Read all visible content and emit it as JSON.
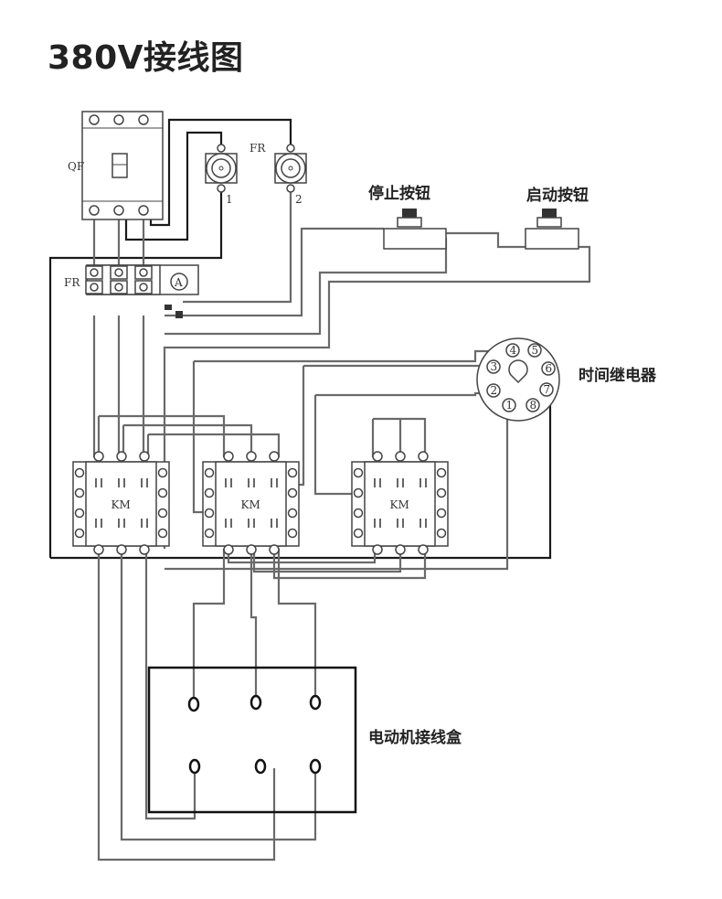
{
  "title": "380V接线图",
  "labels": {
    "qf": "QF",
    "fr_top": "FR",
    "fr_block": "FR",
    "coil_1": "1",
    "coil_2": "2",
    "ammeter": "A",
    "stop_button": "停止按钮",
    "start_button": "启动按钮",
    "time_relay": "时间继电器",
    "motor_box": "电动机接线盒"
  },
  "contactors": [
    {
      "label": "KM"
    },
    {
      "label": "KM"
    },
    {
      "label": "KM"
    }
  ],
  "time_relay_pins": [
    "1",
    "2",
    "3",
    "4",
    "5",
    "6",
    "7",
    "8"
  ]
}
